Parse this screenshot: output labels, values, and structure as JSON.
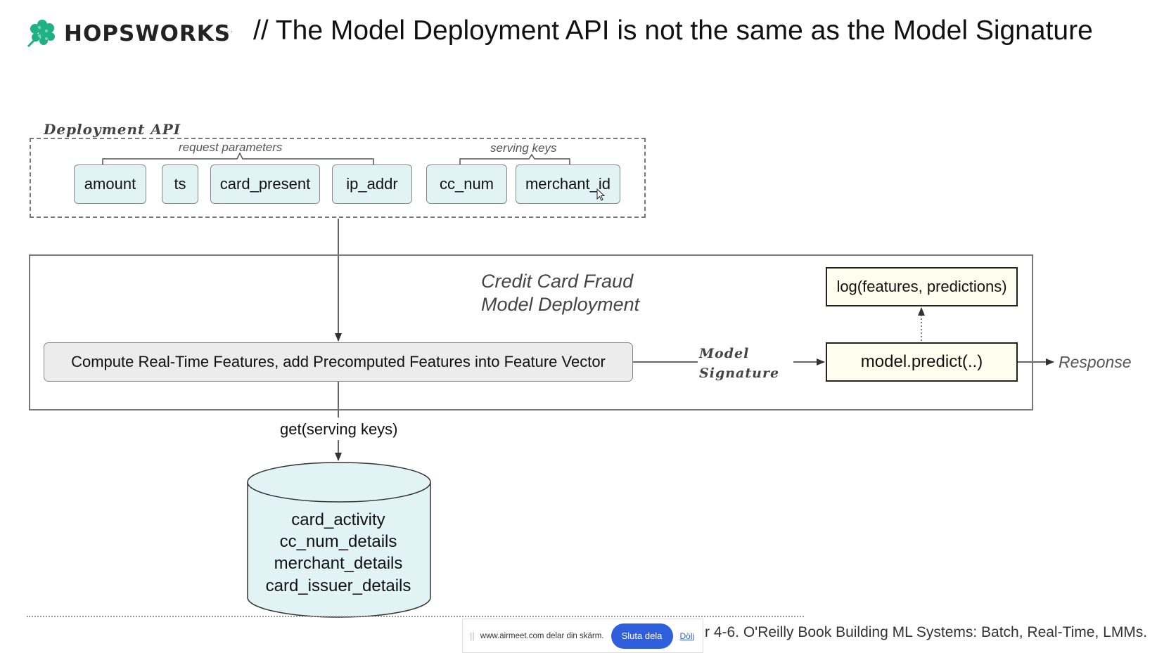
{
  "header": {
    "brand": "HOPSWORKS",
    "brand_dots": "····",
    "title": "// The Model Deployment API is not the same as the Model Signature",
    "logo_icon": "hopsworks-hop-icon",
    "accent_color": "#1eb182"
  },
  "deployment_api": {
    "label": "Deployment API",
    "request_parameters_label": "request parameters",
    "serving_keys_label": "serving keys",
    "request_parameters": [
      "amount",
      "ts",
      "card_present",
      "ip_addr"
    ],
    "serving_keys": [
      "cc_num",
      "merchant_id"
    ]
  },
  "model_deployment": {
    "title_line1": "Credit Card Fraud",
    "title_line2": "Model Deployment",
    "compute_step": "Compute Real-Time Features, add Precomputed Features into Feature Vector",
    "signature_line1": "Model",
    "signature_line2": "Signature",
    "log_step": "log(features, predictions)",
    "predict_step": "model.predict(..)",
    "response": "Response"
  },
  "feature_store": {
    "get_label": "get(serving keys)",
    "tables": [
      "card_activity",
      "cc_num_details",
      "merchant_details",
      "card_issuer_details"
    ]
  },
  "share_bar": {
    "handle": "||",
    "message": "www.airmeet.com delar din skärm.",
    "stop_label": "Sluta dela",
    "hide_label": "Dölj",
    "button_color": "#2f5fdd"
  },
  "footer": {
    "text": "r 4-6. O'Reilly Book  Building ML Systems: Batch, Real-Time, LMMs."
  }
}
